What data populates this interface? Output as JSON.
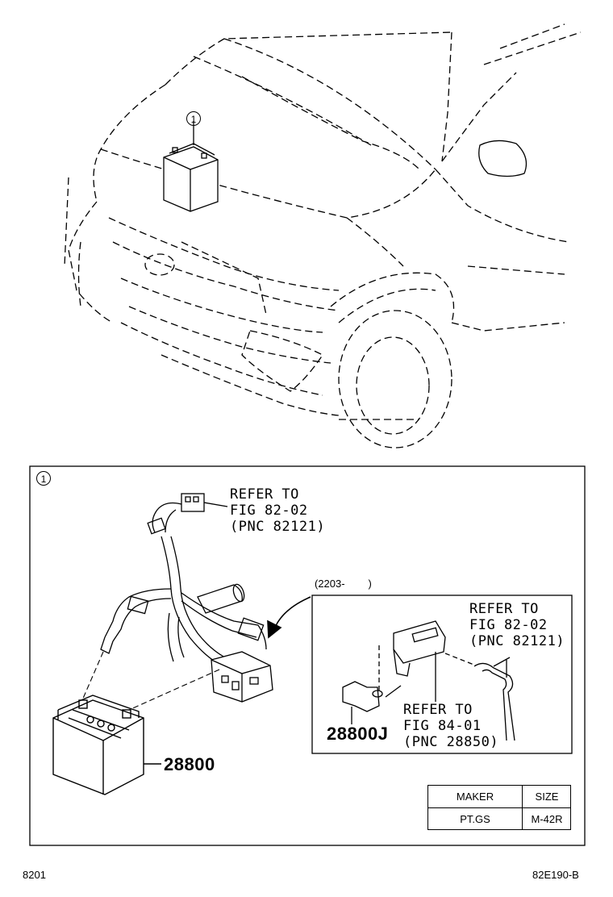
{
  "callout_number": "1",
  "labels": {
    "refer_harness": [
      "REFER TO",
      "FIG 82-02",
      "(PNC 82121)"
    ],
    "refer_inset_top": [
      "REFER TO",
      "FIG 82-02",
      "(PNC 82121)"
    ],
    "refer_inset_bottom": [
      "REFER TO",
      "FIG 84-01",
      "(PNC 28850)"
    ],
    "part_inset": "28800J",
    "part_battery": "28800",
    "date_range": "(2203-        )"
  },
  "spec_table": {
    "headers": [
      "MAKER",
      "SIZE"
    ],
    "row": [
      "PT.GS",
      "M-42R"
    ]
  },
  "footer": {
    "page_code": "8201",
    "figure_code": "82E190-B"
  }
}
